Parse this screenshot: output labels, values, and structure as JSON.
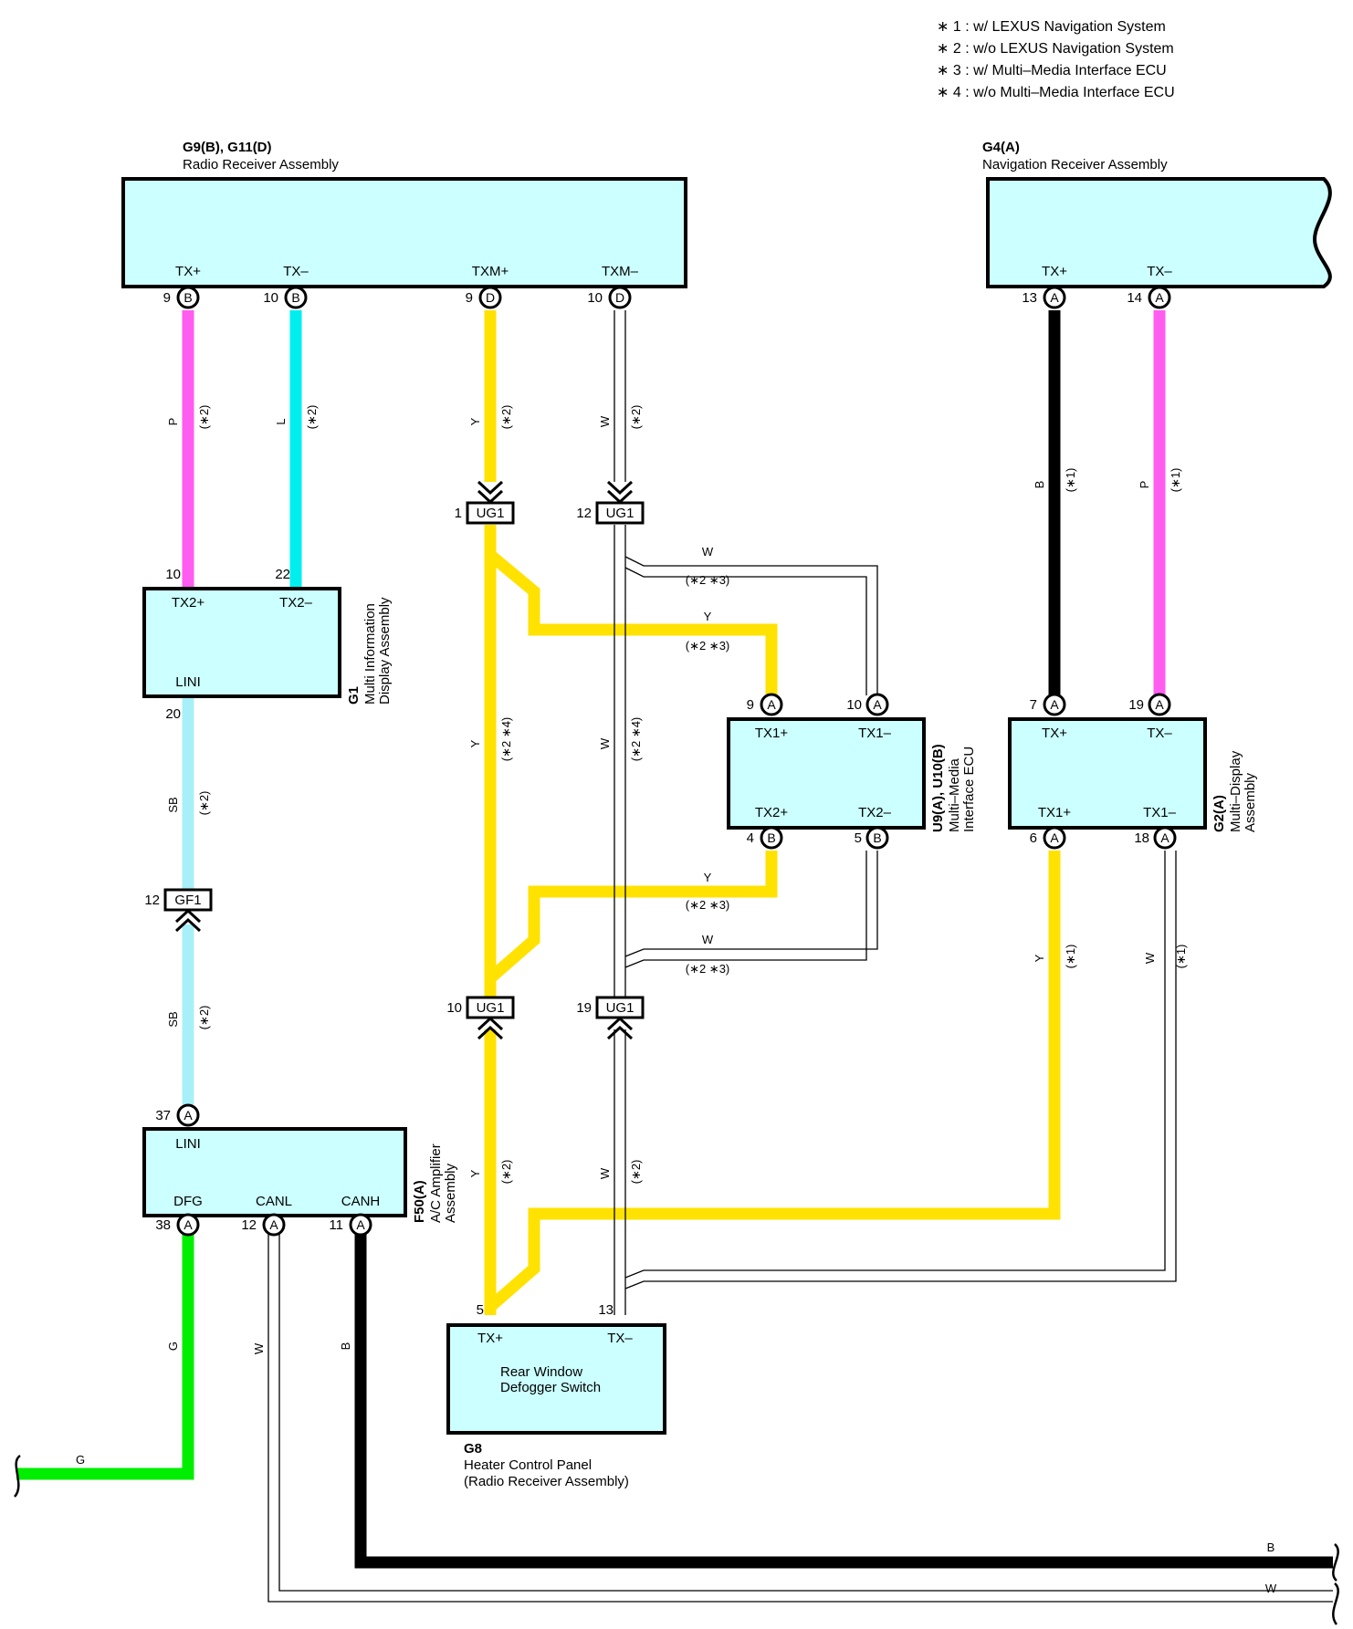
{
  "notes": [
    "∗ 1 : w/ LEXUS Navigation System",
    "∗ 2 : w/o LEXUS Navigation System",
    "∗ 3 : w/ Multi–Media Interface ECU",
    "∗ 4 : w/o Multi–Media Interface ECU"
  ],
  "components": {
    "radio": {
      "code": "G9(B), G11(D)",
      "name": "Radio Receiver Assembly",
      "pins": {
        "txp": "TX+",
        "txm": "TX–",
        "txmp": "TXM+",
        "txmm": "TXM–"
      }
    },
    "nav": {
      "code": "G4(A)",
      "name": "Navigation Receiver Assembly",
      "pins": {
        "txp": "TX+",
        "txm": "TX–"
      }
    },
    "mid": {
      "code": "G1",
      "name1": "Multi Information",
      "name2": "Display Assembly",
      "pins": {
        "tx2p": "TX2+",
        "tx2m": "TX2–",
        "lini": "LINI"
      }
    },
    "mmi": {
      "code": "U9(A), U10(B)",
      "name1": "Multi–Media",
      "name2": "Interface ECU",
      "pins": {
        "tx1p": "TX1+",
        "tx1m": "TX1–",
        "tx2p": "TX2+",
        "tx2m": "TX2–"
      }
    },
    "md": {
      "code": "G2(A)",
      "name1": "Multi–Display",
      "name2": "Assembly",
      "pins": {
        "txp": "TX+",
        "txm": "TX–",
        "tx1p": "TX1+",
        "tx1m": "TX1–"
      }
    },
    "ac": {
      "code": "F50(A)",
      "name1": "A/C Amplifier",
      "name2": "Assembly",
      "pins": {
        "lini": "LINI",
        "dfg": "DFG",
        "canl": "CANL",
        "canh": "CANH"
      }
    },
    "rwd": {
      "code": "G8",
      "name1": "Heater Control Panel",
      "name2": "(Radio Receiver Assembly)",
      "inner1": "Rear Window",
      "inner2": "Defogger Switch",
      "pins": {
        "txp": "TX+",
        "txm": "TX–"
      }
    }
  },
  "pin_numbers": {
    "radio_9": "9",
    "radio_10b": "10",
    "radio_9d": "9",
    "radio_10d": "10",
    "nav_13": "13",
    "nav_14": "14",
    "mid_10": "10",
    "mid_22": "22",
    "mid_20": "20",
    "mmi_9": "9",
    "mmi_10": "10",
    "mmi_4": "4",
    "mmi_5": "5",
    "md_7": "7",
    "md_19": "19",
    "md_6": "6",
    "md_18": "18",
    "ac_37": "37",
    "ac_38": "38",
    "ac_12": "12",
    "ac_11": "11",
    "rwd_5": "5",
    "rwd_13": "13"
  },
  "pin_letters": {
    "B": "B",
    "D": "D",
    "A": "A"
  },
  "connectors": {
    "ug1": "UG1",
    "gf1": "GF1",
    "ug1_1": "1",
    "ug1_12": "12",
    "ug1_10": "10",
    "ug1_19": "19",
    "gf1_12": "12"
  },
  "wire_colors": {
    "P": "P",
    "L": "L",
    "Y": "Y",
    "W": "W",
    "B": "B",
    "SB": "SB",
    "G": "G"
  },
  "conditions": {
    "c1": "(∗1)",
    "c2": "(∗2)",
    "c23": "(∗2 ∗3)",
    "c24": "(∗2 ∗4)"
  },
  "colors": {
    "pink": "#ff5cf0",
    "cyan": "#00eeee",
    "light_blue": "#a8f0f8",
    "yellow": "#ffe200",
    "black": "#000000",
    "green": "#00ee00",
    "box_fill": "#ccffff"
  }
}
